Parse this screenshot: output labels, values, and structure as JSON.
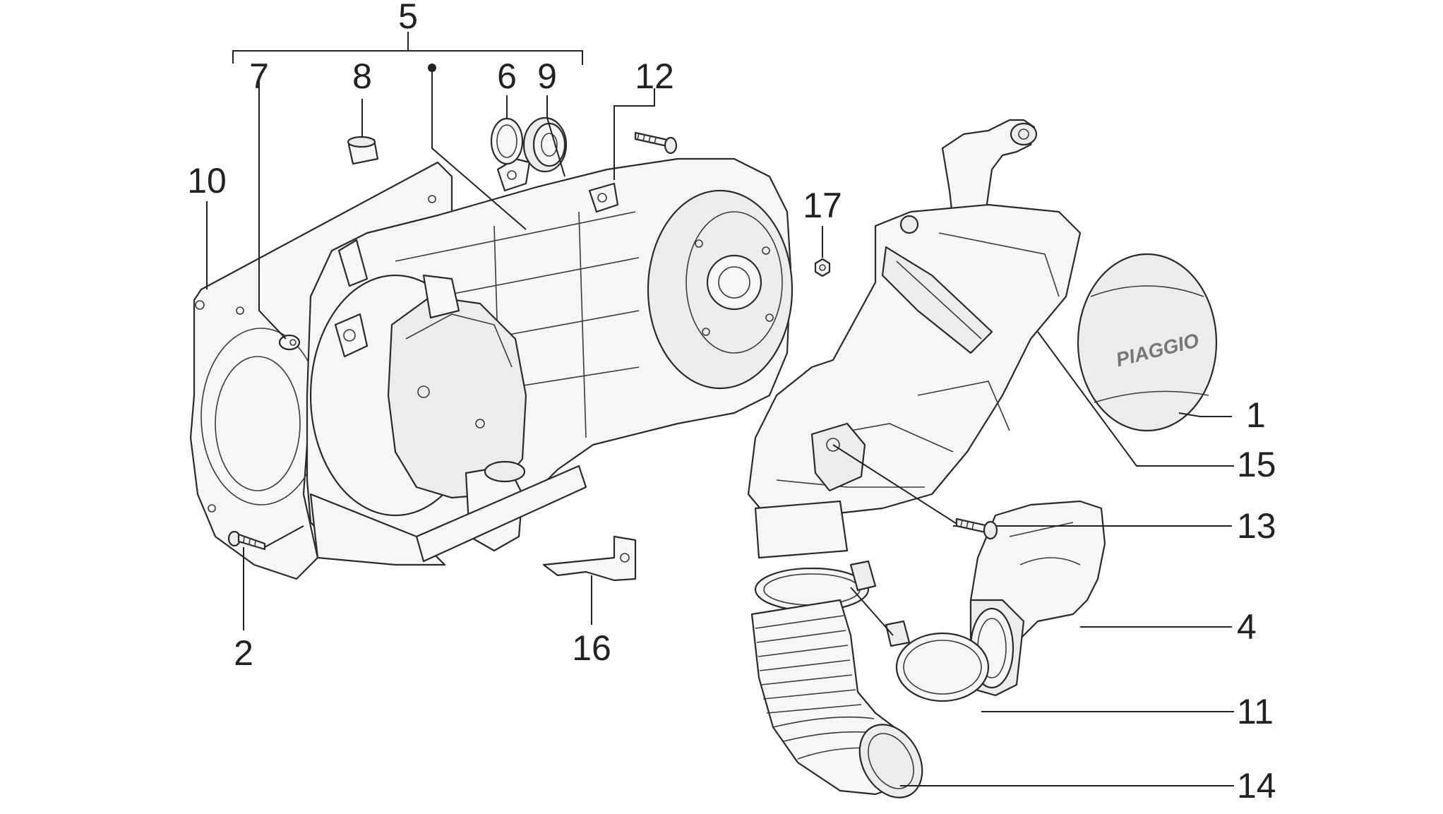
{
  "callouts": [
    {
      "id": "1",
      "text": "1"
    },
    {
      "id": "2",
      "text": "2"
    },
    {
      "id": "4",
      "text": "4"
    },
    {
      "id": "5",
      "text": "5"
    },
    {
      "id": "6",
      "text": "6"
    },
    {
      "id": "7",
      "text": "7"
    },
    {
      "id": "8",
      "text": "8"
    },
    {
      "id": "9",
      "text": "9"
    },
    {
      "id": "10",
      "text": "10"
    },
    {
      "id": "11",
      "text": "11"
    },
    {
      "id": "12",
      "text": "12"
    },
    {
      "id": "13",
      "text": "13"
    },
    {
      "id": "14",
      "text": "14"
    },
    {
      "id": "15",
      "text": "15"
    },
    {
      "id": "16",
      "text": "16"
    },
    {
      "id": "17",
      "text": "17"
    }
  ],
  "logo": {
    "brand": "PIAGGIO"
  },
  "colors": {
    "line": "#2a2a2a",
    "fill": "#f6f6f6",
    "background": "#ffffff"
  }
}
